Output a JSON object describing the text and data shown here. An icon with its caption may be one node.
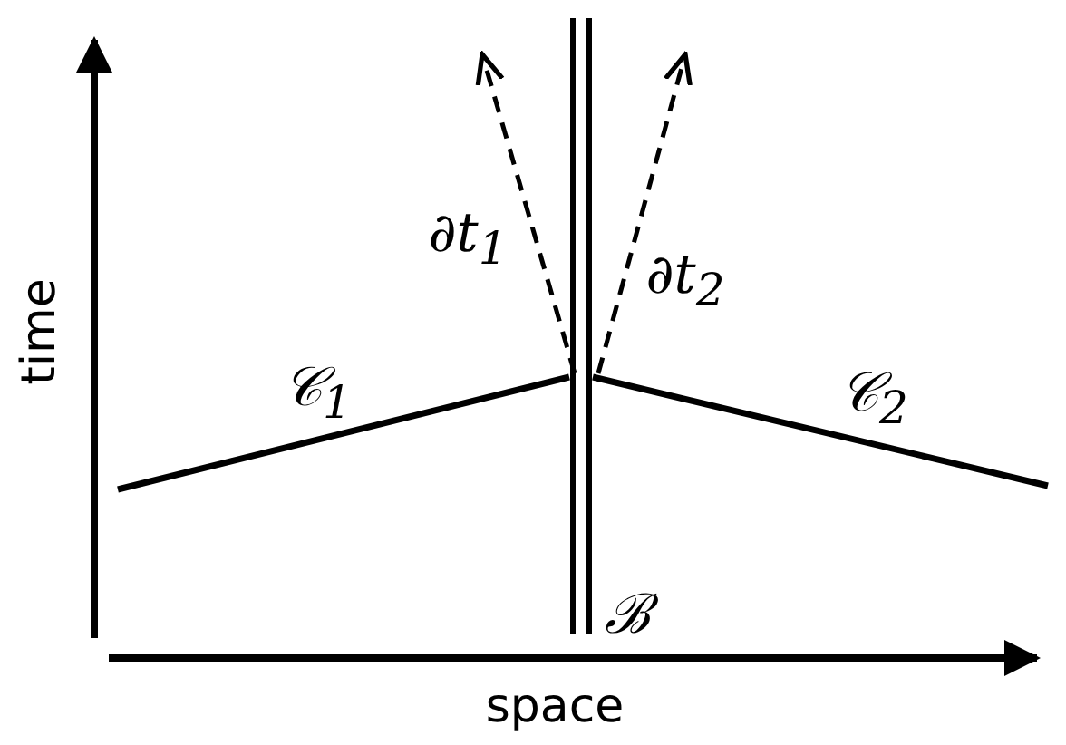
{
  "diagram": {
    "labels": [
      "∂t$_{1}$",
      "∂t$_{2}$",
      "time",
      "𝒞$_{1}$",
      "𝒞$_{2}$",
      "ℬ",
      "space"
    ]
  }
}
